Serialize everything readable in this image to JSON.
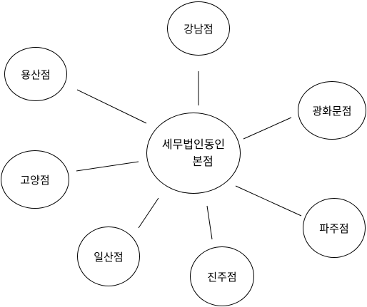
{
  "diagram": {
    "center": {
      "line1": "세무법인동인",
      "line2": "본점"
    },
    "branches": [
      {
        "id": "gangnam",
        "label": "강남점"
      },
      {
        "id": "yongsan",
        "label": "용산점"
      },
      {
        "id": "gwanghwamun",
        "label": "광화문점"
      },
      {
        "id": "goyang",
        "label": "고양점"
      },
      {
        "id": "paju",
        "label": "파주점"
      },
      {
        "id": "ilsan",
        "label": "일산점"
      },
      {
        "id": "jinju",
        "label": "진주점"
      }
    ],
    "colors": {
      "stroke": "#000000",
      "fill": "#ffffff",
      "text": "#000000"
    }
  }
}
